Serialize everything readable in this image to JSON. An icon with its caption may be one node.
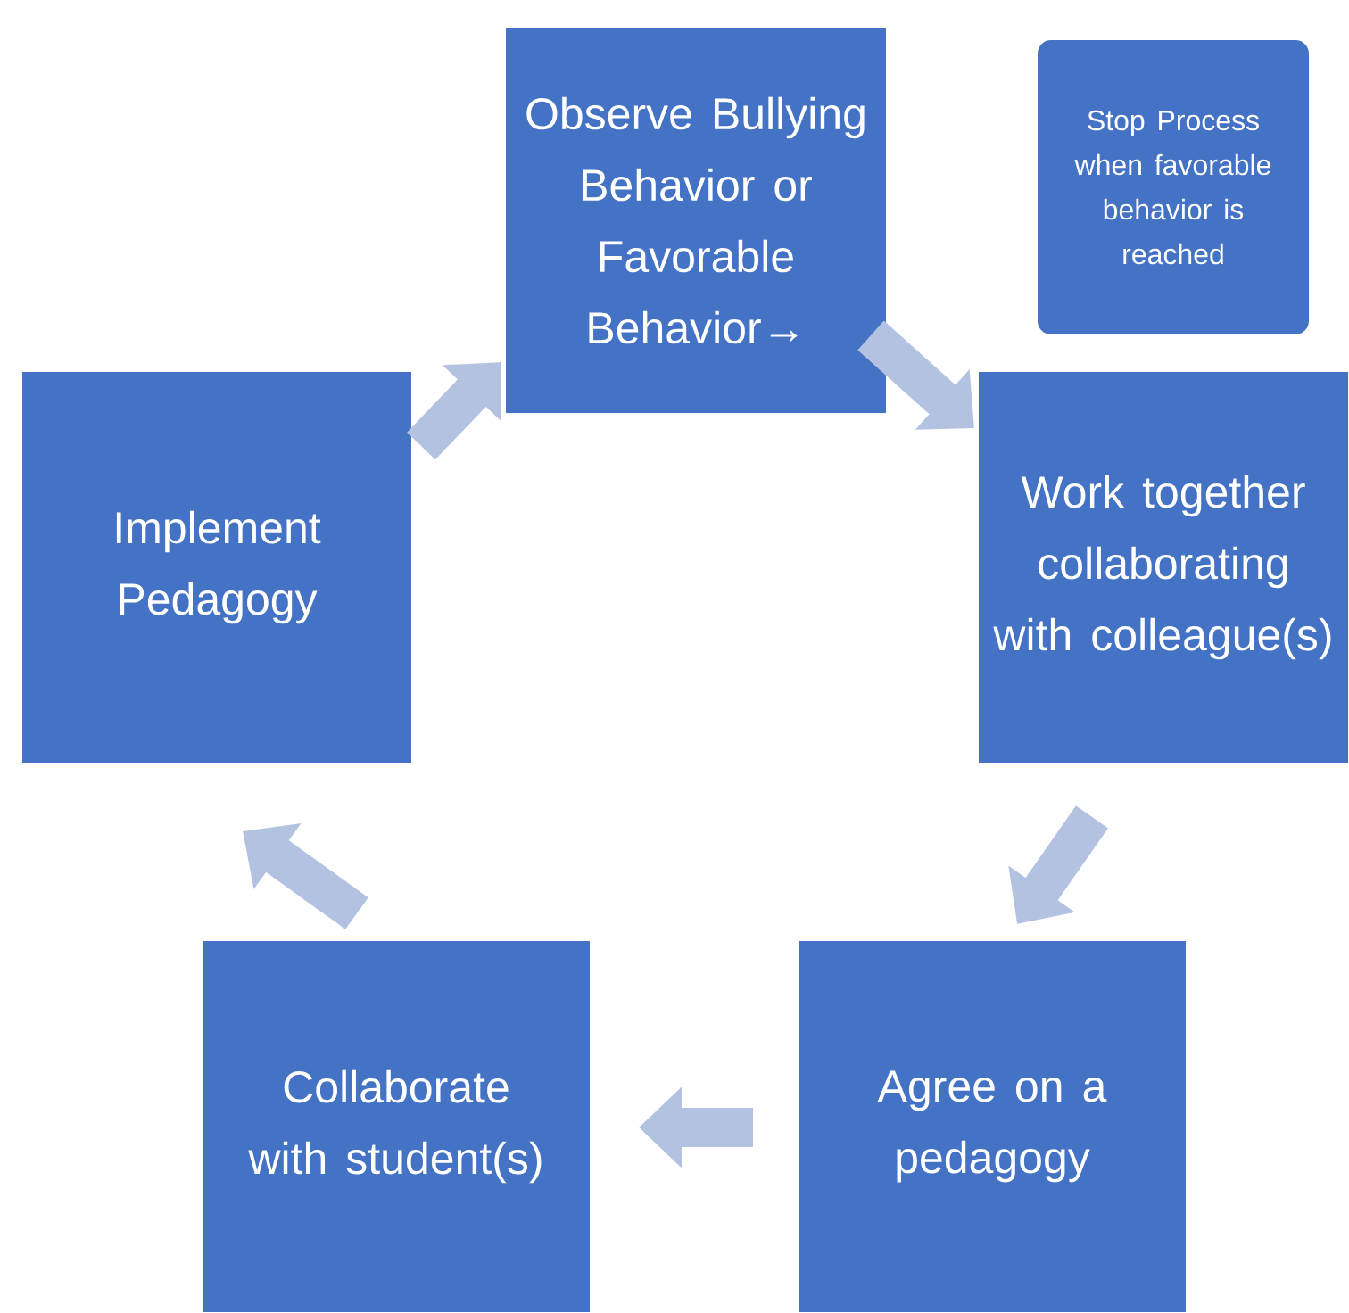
{
  "diagram": {
    "nodes": [
      {
        "text": [
          "Observe Bullying Behavior or Favorable Behavior→"
        ]
      },
      {
        "text": [
          "Stop Process when favorable behavior is reached"
        ]
      },
      {
        "text": [
          "Work together collaborating with colleague(s)"
        ]
      },
      {
        "text": [
          "Agree on a pedagogy"
        ]
      },
      {
        "text": [
          "Collaborate with student(s)"
        ]
      },
      {
        "text": [
          "Implement Pedagogy"
        ]
      }
    ],
    "edges": [
      {
        "from": 5,
        "to": 0,
        "arrow": "to"
      },
      {
        "from": 0,
        "to": 2,
        "arrow": "to"
      },
      {
        "from": 2,
        "to": 3,
        "arrow": "to"
      },
      {
        "from": 3,
        "to": 4,
        "arrow": "to"
      },
      {
        "from": 4,
        "to": 5,
        "arrow": "to"
      }
    ]
  }
}
